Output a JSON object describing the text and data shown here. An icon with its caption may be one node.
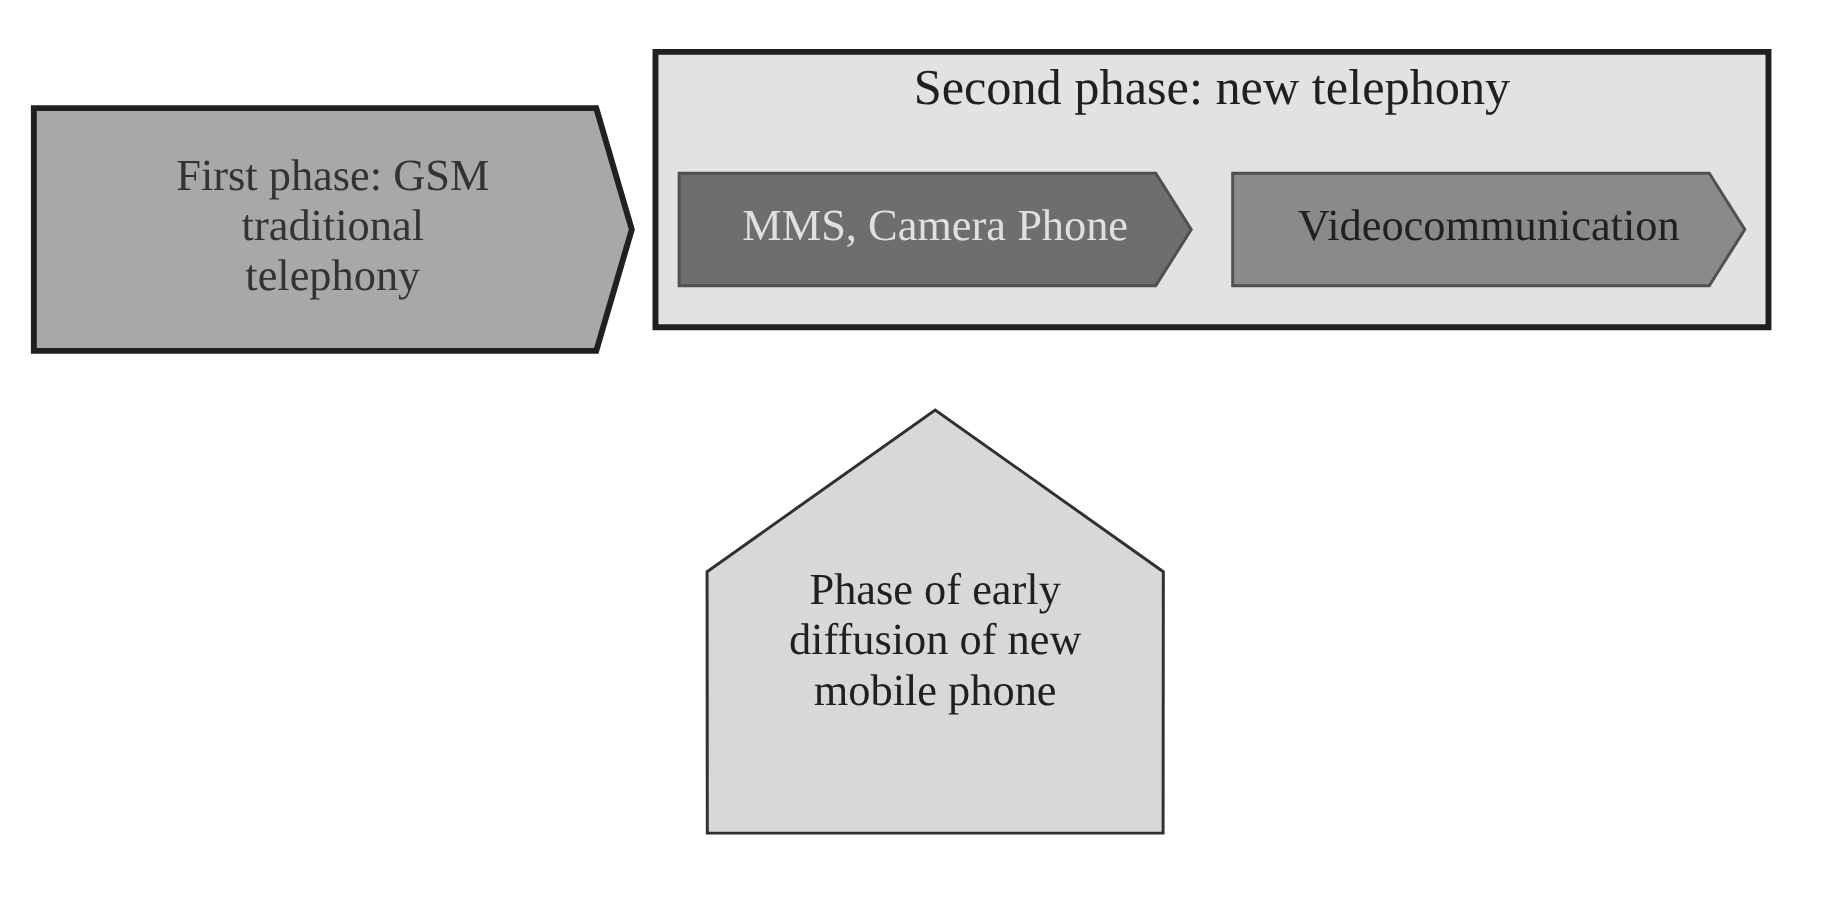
{
  "diagram": {
    "nodes": [
      {
        "text": [
          "First phase: GSM traditional telephony"
        ]
      },
      {
        "text": [
          "Second phase: new telephony"
        ]
      },
      {
        "text": [
          "MMS, Camera Phone"
        ],
        "in": 1
      },
      {
        "text": [
          "Videocommunication"
        ],
        "in": 1
      },
      {
        "text": [
          "Phase of early diffusion of new mobile phone"
        ]
      }
    ]
  }
}
